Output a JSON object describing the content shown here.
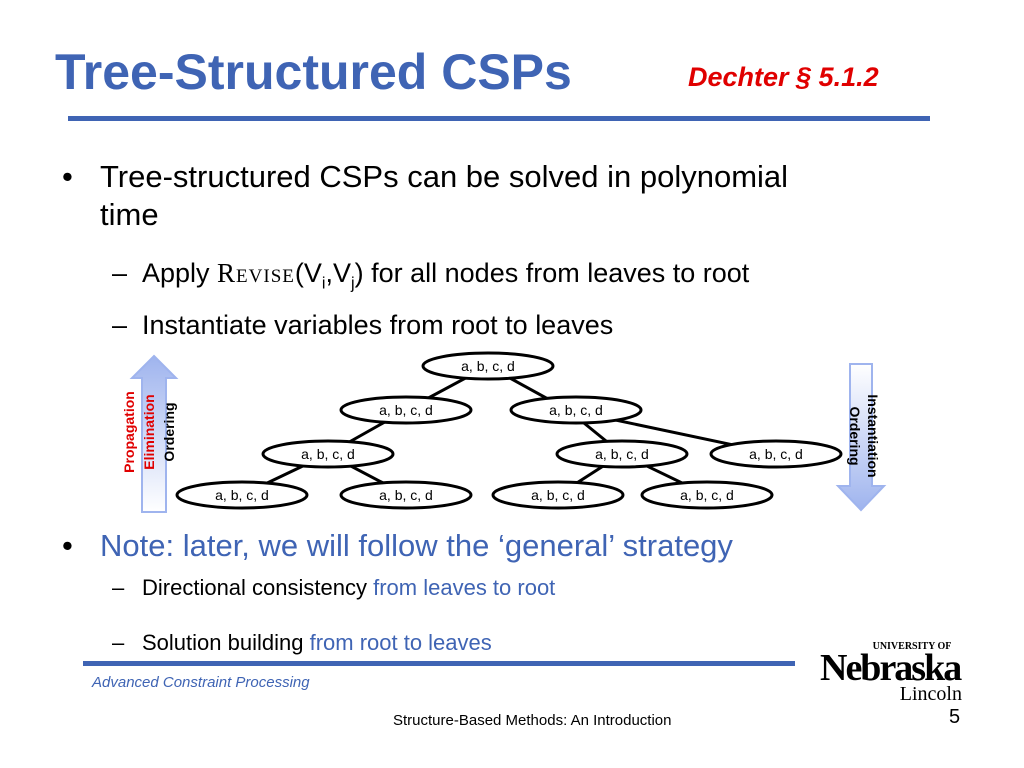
{
  "slide": {
    "title": "Tree-Structured CSPs",
    "reference": "Dechter § 5.1.2",
    "bullets": [
      {
        "text": "Tree-structured CSPs can be solved in polynomial time",
        "subs": [
          {
            "prefix": "Apply ",
            "func": "Revise",
            "args_open": "(V",
            "sub_i": "i",
            "comma": ",V",
            "sub_j": "j",
            "args_close": ")",
            "suffix": " for all nodes from leaves to root"
          },
          {
            "text": "Instantiate variables from root to leaves"
          }
        ]
      },
      {
        "text": "Note:  later, we will follow the ‘general’ strategy",
        "subs": [
          {
            "black": "Directional consistency ",
            "blue": "from leaves to root"
          },
          {
            "black": "Solution building ",
            "blue": "from root to leaves"
          }
        ]
      }
    ],
    "diagram": {
      "left_arrow_label": [
        "Propagation",
        "Elimination",
        "Ordering"
      ],
      "right_arrow_label": [
        "Instantiation",
        "Ordering"
      ],
      "node_label": "a, b, c, d"
    },
    "footer_left": "Advanced Constraint Processing",
    "footer_center": "Structure-Based Methods: An Introduction",
    "page_number": "5",
    "logo": {
      "top": "UNIVERSITY OF",
      "main": "Nebraska",
      "sub": "Lincoln",
      "color": "#000000"
    },
    "colors": {
      "accent": "#3f64b4",
      "reference": "#e00000",
      "arrow": "#9fb4ee"
    }
  }
}
